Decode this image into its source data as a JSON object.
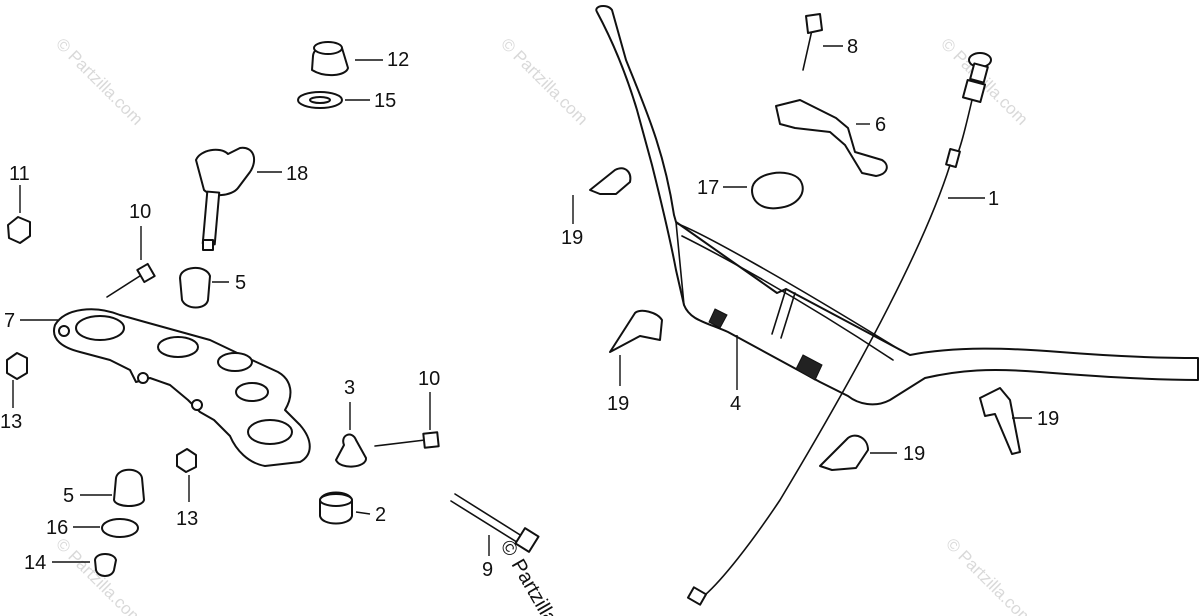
{
  "watermark": {
    "text": "© Partzilla.com",
    "copy_symbol": "©",
    "brand": "Partzilla"
  },
  "callouts": [
    {
      "id": "c12",
      "label": "12"
    },
    {
      "id": "c15",
      "label": "15"
    },
    {
      "id": "c18",
      "label": "18"
    },
    {
      "id": "c11",
      "label": "11"
    },
    {
      "id": "c10a",
      "label": "10"
    },
    {
      "id": "c5a",
      "label": "5"
    },
    {
      "id": "c7",
      "label": "7"
    },
    {
      "id": "c13a",
      "label": "13"
    },
    {
      "id": "c3",
      "label": "3"
    },
    {
      "id": "c10b",
      "label": "10"
    },
    {
      "id": "c13b",
      "label": "13"
    },
    {
      "id": "c5b",
      "label": "5"
    },
    {
      "id": "c16",
      "label": "16"
    },
    {
      "id": "c14",
      "label": "14"
    },
    {
      "id": "c2",
      "label": "2"
    },
    {
      "id": "c9",
      "label": "9"
    },
    {
      "id": "c8",
      "label": "8"
    },
    {
      "id": "c6",
      "label": "6"
    },
    {
      "id": "c17",
      "label": "17"
    },
    {
      "id": "c1",
      "label": "1"
    },
    {
      "id": "c19a",
      "label": "19"
    },
    {
      "id": "c19b",
      "label": "19"
    },
    {
      "id": "c4",
      "label": "4"
    },
    {
      "id": "c19c",
      "label": "19"
    },
    {
      "id": "c19d",
      "label": "19"
    }
  ]
}
